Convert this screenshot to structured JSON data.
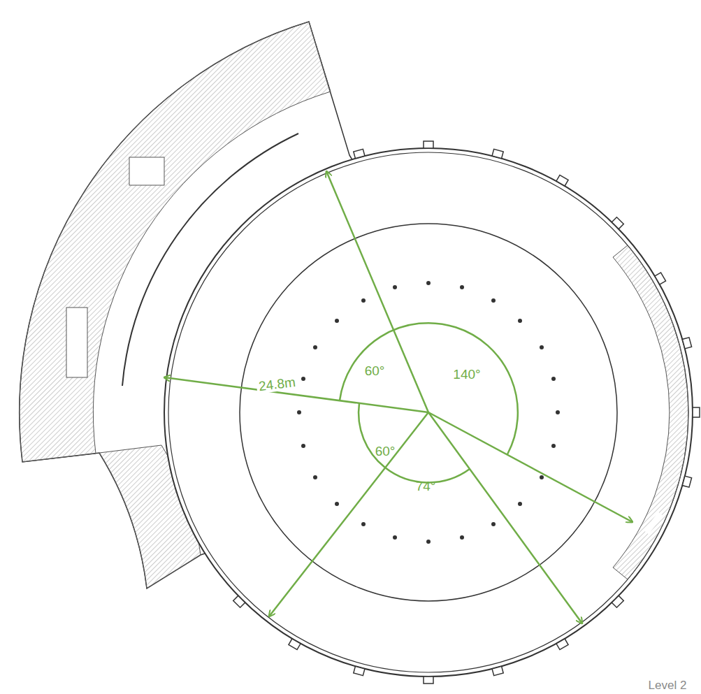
{
  "diagram": {
    "labels": [
      "60°",
      "140°",
      "24.8m",
      "60°",
      "74°",
      "Level 2"
    ]
  }
}
